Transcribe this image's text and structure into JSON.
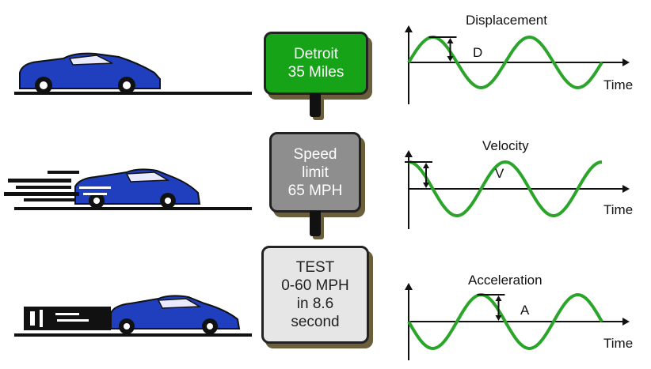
{
  "colors": {
    "car_body": "#1f3fbf",
    "wave": "#2aa52a",
    "sign_green": "#17a317",
    "sign_gray": "#8e8e8e",
    "sign_light": "#e6e6e6",
    "post": "#111111",
    "shadow": "#6b5e3a"
  },
  "signs": {
    "detroit": {
      "text": "Detroit\n35 Miles",
      "text_color": "#ffffff"
    },
    "speed": {
      "text": "Speed\nlimit\n65 MPH",
      "text_color": "#ffffff"
    },
    "test": {
      "text": "TEST\n0-60 MPH\nin 8.6\nsecond",
      "text_color": "#222222"
    }
  },
  "graphs": [
    {
      "title": "Displacement",
      "symbol": "D",
      "axis_label": "Time",
      "phase": "sine"
    },
    {
      "title": "Velocity",
      "symbol": "V",
      "axis_label": "Time",
      "phase": "cosine"
    },
    {
      "title": "Acceleration",
      "symbol": "A",
      "axis_label": "Time",
      "phase": "negative-sine"
    }
  ],
  "icons": [
    "car-icon",
    "moving-car-icon",
    "accelerating-car-icon"
  ]
}
